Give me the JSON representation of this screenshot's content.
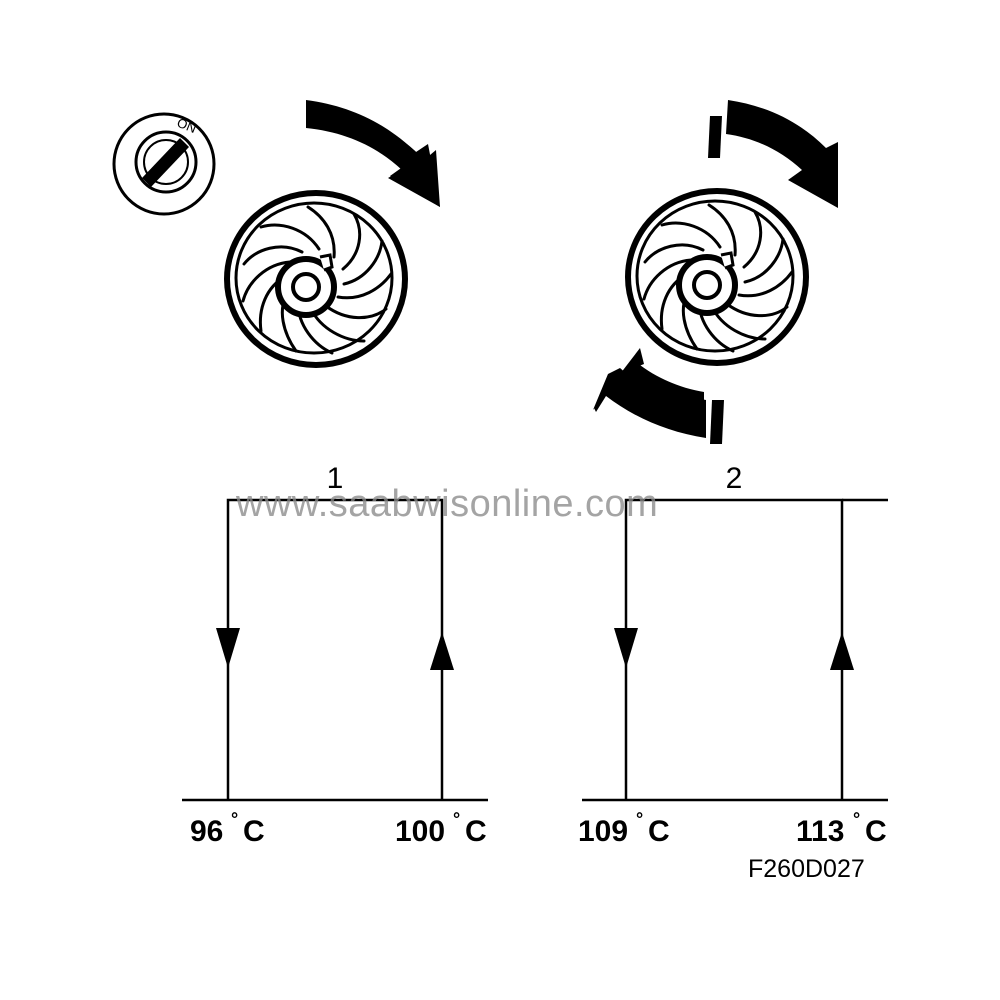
{
  "ignition": {
    "position_label": "ON"
  },
  "fan_speeds": [
    {
      "number": "1",
      "switch_off_temp": "96",
      "switch_on_temp": "100"
    },
    {
      "number": "2",
      "switch_off_temp": "109",
      "switch_on_temp": "113"
    }
  ],
  "temp_unit": "C",
  "watermark": "www.saabwisonline.com",
  "figure_code": "F260D027",
  "colors": {
    "ink": "#000000",
    "watermark": "#8a8a8a",
    "background": "#ffffff"
  },
  "icons": [
    "ignition-switch-icon",
    "fan-icon",
    "rotation-arrow-icon"
  ]
}
